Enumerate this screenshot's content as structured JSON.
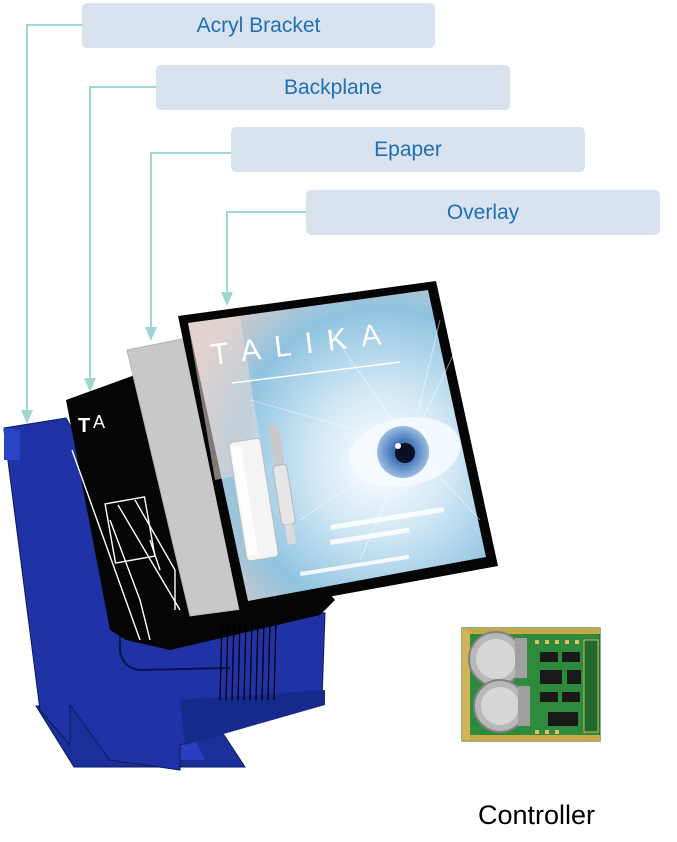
{
  "labels": {
    "acryl_bracket": "Acryl Bracket",
    "backplane": "Backplane",
    "epaper": "Epaper",
    "overlay": "Overlay"
  },
  "controller_caption": "Controller",
  "colors": {
    "label_bg": "#d9e3ef",
    "label_text": "#1f6fb5",
    "leader_line": "#9fd6d2",
    "bracket": "#1f33a6",
    "backplane": "#000000",
    "epaper": "#c8c8c8",
    "pcb": "#2e8b3e"
  },
  "icons": [
    "acryl-bracket-shape",
    "backplane-shape",
    "epaper-shape",
    "overlay-display",
    "controller-board"
  ]
}
